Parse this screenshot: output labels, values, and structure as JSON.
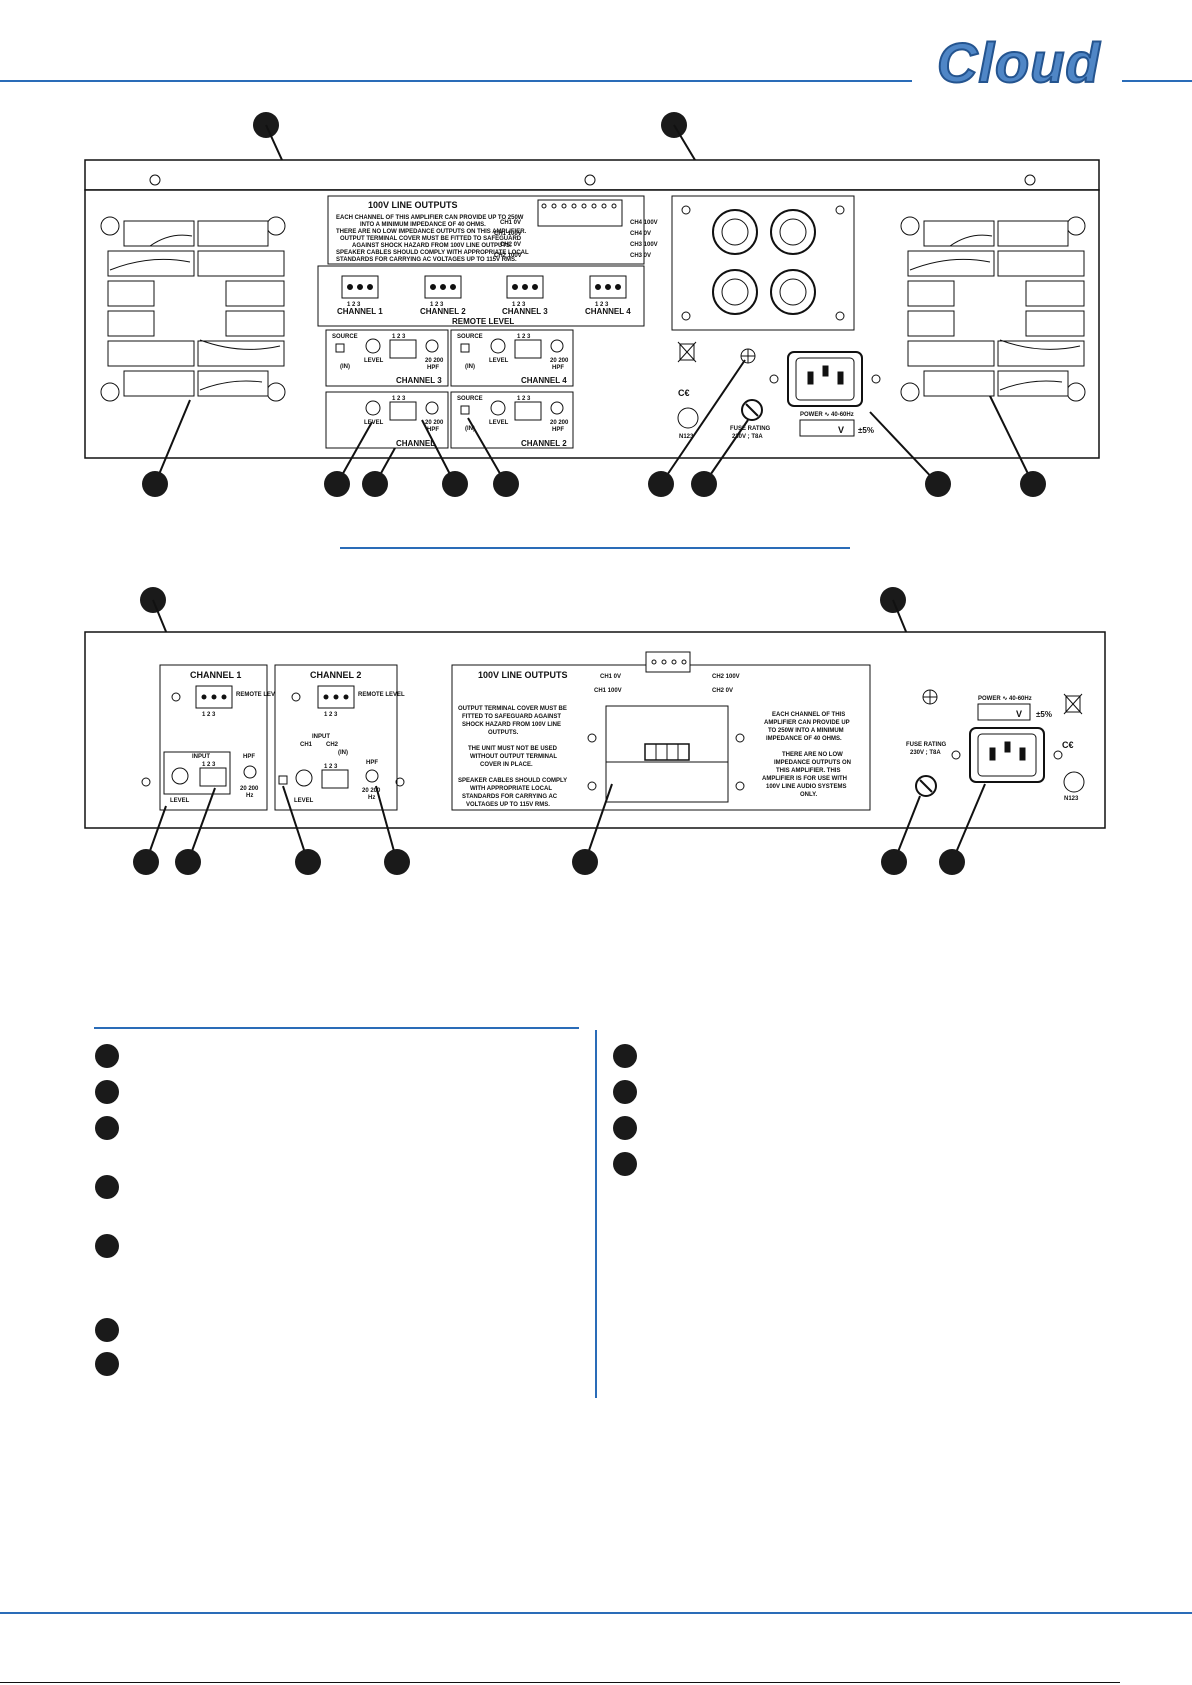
{
  "brand": {
    "logo_text": "Cloud",
    "accent": "#2a6cb8"
  },
  "upper_panel": {
    "output_panel_title": "100V LINE OUTPUTS",
    "output_panel_notes": [
      "EACH CHANNEL OF THIS AMPLIFIER CAN PROVIDE UP TO 250W",
      "INTO A MINIMUM IMPEDANCE OF 40 OHMS.",
      "THERE ARE NO LOW IMPEDANCE OUTPUTS ON THIS AMPLIFIER.",
      "OUTPUT TERMINAL COVER MUST BE FITTED TO SAFEGUARD",
      "AGAINST SHOCK HAZARD FROM 100V LINE OUTPUTS.",
      "SPEAKER CABLES SHOULD COMPLY WITH APPROPRIATE LOCAL",
      "STANDARDS FOR CARRYING AC VOLTAGES UP TO 115V RMS."
    ],
    "terminal_labels_left": [
      "CH1 0V",
      "CH1 100V",
      "CH2 0V",
      "CH2 100V"
    ],
    "terminal_labels_right": [
      "CH4 100V",
      "CH4 0V",
      "CH3 100V",
      "CH3 0V"
    ],
    "remote_channels": [
      "CHANNEL 1",
      "CHANNEL 2",
      "CHANNEL 3",
      "CHANNEL 4"
    ],
    "remote_pins": "1 2 3",
    "remote_level_label": "REMOTE LEVEL",
    "input_modules": [
      {
        "name": "CHANNEL 3",
        "source": "SOURCE",
        "level": "LEVEL",
        "hpf": "HPF",
        "hpf_range": "20 200",
        "pins": "1 2 3",
        "in_label": "(IN)",
        "index": "3"
      },
      {
        "name": "CHANNEL 4",
        "source": "SOURCE",
        "level": "LEVEL",
        "hpf": "HPF",
        "hpf_range": "20 200",
        "pins": "1 2 3",
        "in_label": "(IN)",
        "index": "4"
      },
      {
        "name": "CHANNEL",
        "source": "",
        "level": "LEVEL",
        "hpf": "HPF",
        "hpf_range": "20 200",
        "pins": "1 2 3",
        "in_label": "",
        "index": ""
      },
      {
        "name": "CHANNEL 2",
        "source": "SOURCE",
        "level": "LEVEL",
        "hpf": "HPF",
        "hpf_range": "20 200",
        "pins": "1 2 3",
        "in_label": "(IN)",
        "index": "2"
      }
    ],
    "fuse_rating": "FUSE RATING",
    "fuse_value": "230V ; T8A",
    "power_label": "POWER ∿ 40-60Hz",
    "voltage_box": "V",
    "tolerance": "±5%",
    "approval_code": "N123"
  },
  "lower_panel": {
    "channel1_title": "CHANNEL 1",
    "channel2_title": "CHANNEL 2",
    "remote_level": "REMOTE LEVEL",
    "pins": "1 2 3",
    "input_label": "INPUT",
    "level_label": "LEVEL",
    "hpf_label": "HPF",
    "hpf_range": "20 200",
    "hz_label": "Hz",
    "ch1_label": "CH1",
    "ch2_label": "CH2",
    "in_label": "(IN)",
    "outputs_title": "100V LINE OUTPUTS",
    "terminal_labels": [
      "CH1 0V",
      "CH2 100V",
      "CH1 100V",
      "CH2 0V"
    ],
    "warning_left": [
      "OUTPUT TERMINAL COVER MUST BE",
      "FITTED TO SAFEGUARD AGAINST",
      "SHOCK HAZARD FROM 100V LINE",
      "OUTPUTS.",
      "",
      "THE UNIT MUST NOT BE USED",
      "WITHOUT OUTPUT TERMINAL",
      "COVER IN PLACE.",
      "",
      "SPEAKER CABLES SHOULD COMPLY",
      "WITH APPROPRIATE LOCAL",
      "STANDARDS FOR CARRYING AC",
      "VOLTAGES UP TO 115V RMS."
    ],
    "warning_right": [
      "EACH CHANNEL OF THIS",
      "AMPLIFIER CAN PROVIDE UP",
      "TO 250W INTO A MINIMUM",
      "IMPEDANCE OF 40 OHMS.",
      "",
      "THERE ARE NO LOW",
      "IMPEDANCE OUTPUTS ON",
      "THIS AMPLIFIER.  THIS",
      "AMPLIFIER IS FOR USE WITH",
      "100V LINE AUDIO SYSTEMS",
      "ONLY."
    ],
    "fuse_rating": "FUSE RATING",
    "fuse_value": "230V ; T8A",
    "power_label": "POWER ∿ 40-60Hz",
    "voltage_box": "V",
    "tolerance": "±5%",
    "approval_code": "N123"
  },
  "legend": {
    "left_count": 7,
    "right_count": 4
  }
}
